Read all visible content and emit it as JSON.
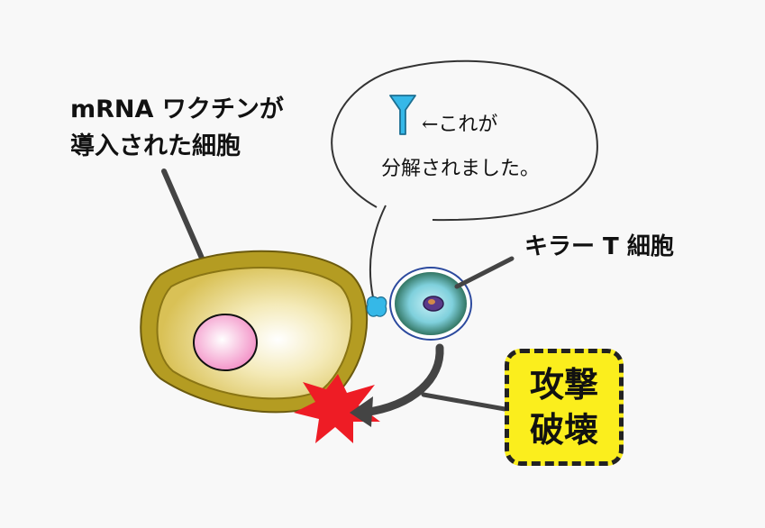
{
  "cell_label": {
    "line1": "mRNA ワクチンが",
    "line2": "導入された細胞"
  },
  "bubble": {
    "line1": "←これが",
    "line2": "分解されました。"
  },
  "tcell_label": "キラー T 細胞",
  "attack": {
    "line1": "攻撃",
    "line2": "破壊"
  },
  "colors": {
    "cell_outer": "#b39a1d",
    "cell_inner": "#e6d27a",
    "nucleus": "#f4a9d0",
    "antibody": "#35b8e8",
    "tcell": "#3f9ea5",
    "burst": "#ee1c25",
    "attack_box": "#fbee1d"
  }
}
